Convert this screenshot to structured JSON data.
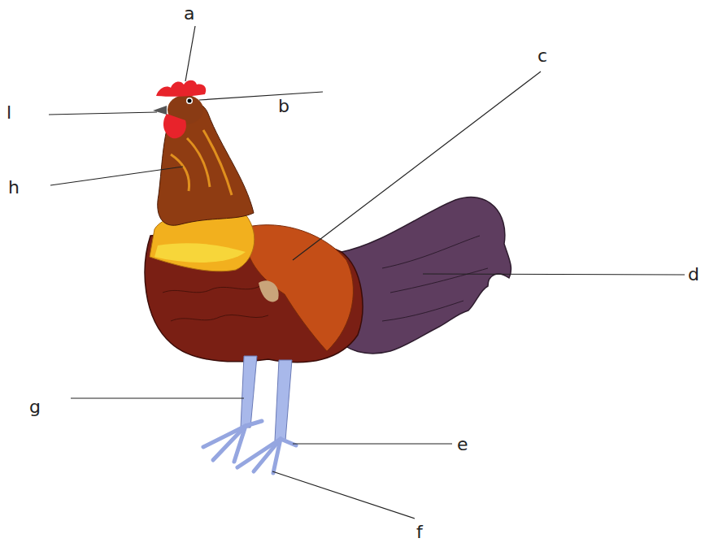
{
  "diagram": {
    "labels": [
      "a",
      "c",
      "l",
      "b",
      "h",
      "d",
      "g",
      "e",
      "f"
    ]
  }
}
